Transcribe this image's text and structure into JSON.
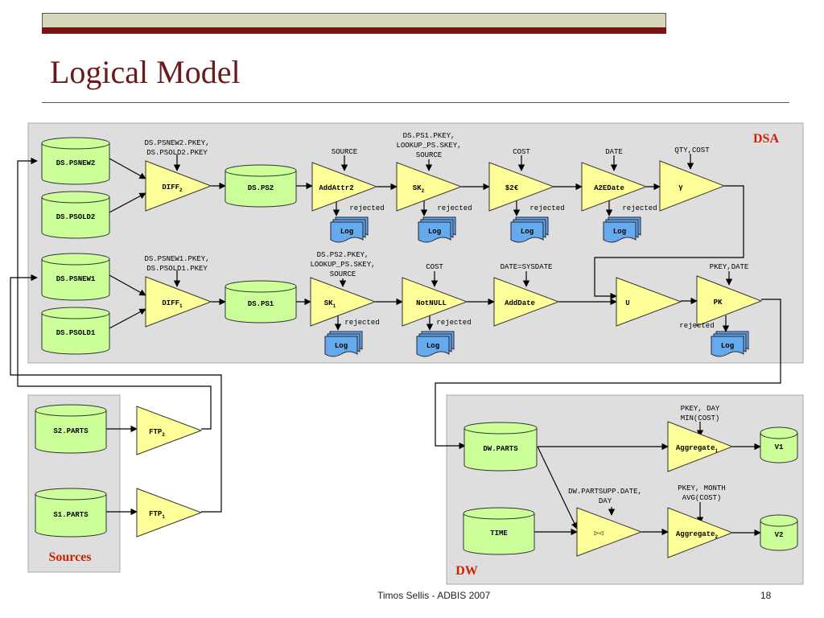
{
  "title": "Logical Model",
  "footer": {
    "left": "Timos Sellis - ADBIS 2007",
    "page": "18"
  },
  "areas": {
    "dsa": "DSA",
    "sources": "Sources",
    "dw": "DW"
  },
  "recordsets": {
    "ds_psnew2": "DS.PSNEW2",
    "ds_psold2": "DS.PSOLD2",
    "ds_psnew1": "DS.PSNEW1",
    "ds_psold1": "DS.PSOLD1",
    "ds_ps2": "DS.PS2",
    "ds_ps1": "DS.PS1",
    "s2_parts": "S2.PARTS",
    "s1_parts": "S1.PARTS",
    "dw_parts": "DW.PARTS",
    "time": "TIME",
    "v1": "V1",
    "v2": "V2"
  },
  "activities": {
    "diff2": {
      "base": "DIFF",
      "sub": "2"
    },
    "diff1": {
      "base": "DIFF",
      "sub": "1"
    },
    "addattr2": "AddAttr2",
    "sk2": {
      "base": "SK",
      "sub": "2"
    },
    "dollar2euro": "$2€",
    "a2edate": "A2EDate",
    "gamma": "γ",
    "sk1": {
      "base": "SK",
      "sub": "1"
    },
    "notnull": "NotNULL",
    "adddate": "AddDate",
    "union": "U",
    "pk": "PK",
    "ftp2": {
      "base": "FTP",
      "sub": "2"
    },
    "ftp1": {
      "base": "FTP",
      "sub": "1"
    },
    "aggregate1": {
      "base": "Aggregate",
      "sub": "1"
    },
    "join": "▷◁",
    "aggregate2": {
      "base": "Aggregate",
      "sub": "2"
    }
  },
  "params": {
    "diff2": [
      "DS.PSNEW2.PKEY,",
      "DS.PSOLD2.PKEY"
    ],
    "addattr2": [
      "SOURCE"
    ],
    "sk2": [
      "DS.PS1.PKEY,",
      "LOOKUP_PS.SKEY,",
      "SOURCE"
    ],
    "dollar2euro": [
      "COST"
    ],
    "a2edate": [
      "DATE"
    ],
    "gamma": [
      "QTY,COST"
    ],
    "diff1": [
      "DS.PSNEW1.PKEY,",
      "DS.PSOLD1.PKEY"
    ],
    "sk1": [
      "DS.PS2.PKEY,",
      "LOOKUP_PS.SKEY,",
      "SOURCE"
    ],
    "notnull": [
      "COST"
    ],
    "adddate": [
      "DATE=SYSDATE"
    ],
    "pk": [
      "PKEY,DATE"
    ],
    "aggregate1": [
      "PKEY, DAY",
      "MIN(COST)"
    ],
    "join": [
      "DW.PARTSUPP.DATE,",
      "DAY"
    ],
    "aggregate2": [
      "PKEY, MONTH",
      "AVG(COST)"
    ]
  },
  "rejected_label": "rejected",
  "log_label": "Log",
  "colors": {
    "title": "#6b1a1a",
    "area_label": "#cc2200",
    "panel_fill": "#dedede",
    "cylinder_fill": "#ccff99",
    "triangle_fill": "#ffff99",
    "log_fill": "#66aaee",
    "top_stripe": "#7a1414",
    "top_bar": "#d6d6b8"
  }
}
